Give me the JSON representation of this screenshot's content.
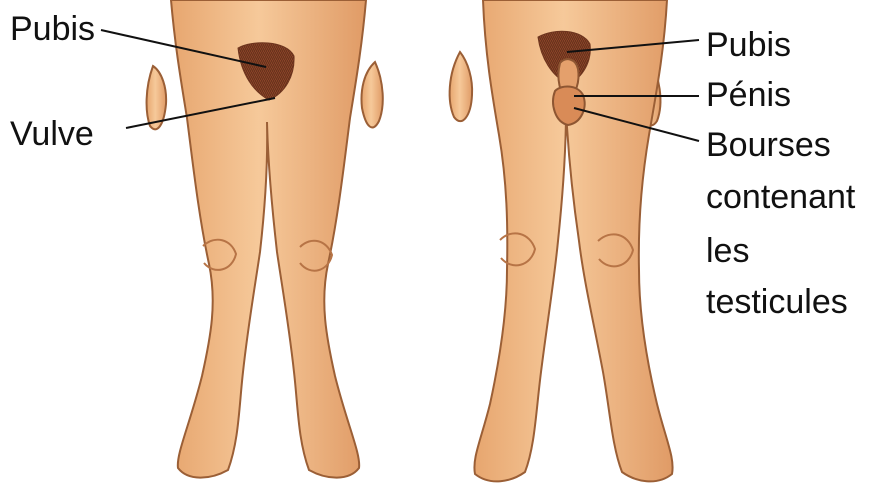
{
  "labels": {
    "female_pubis": "Pubis",
    "vulve": "Vulve",
    "male_pubis": "Pubis",
    "penis": "Pénis",
    "bourses_line1": "Bourses",
    "bourses_line2": "contenant",
    "bourses_line3": "les",
    "bourses_line4": "testicules"
  },
  "colors": {
    "skin": "#f2bf8c",
    "skin_shade": "#d88f5b",
    "outline": "#9b5f36",
    "hair": "#7a3f23",
    "leader_line": "#111111",
    "background": "#ffffff"
  }
}
